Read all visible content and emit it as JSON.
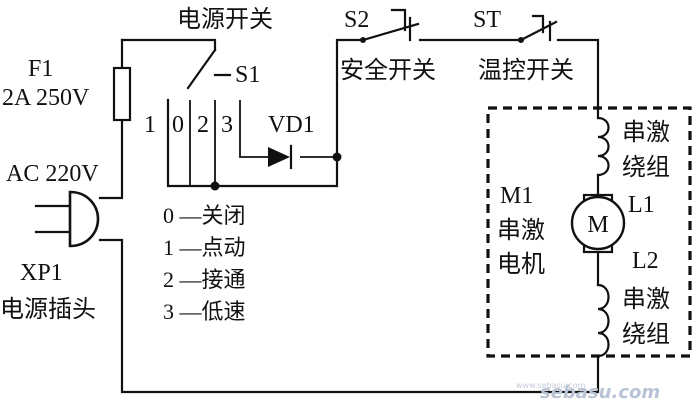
{
  "labels": {
    "power_switch": "电源开关",
    "s1": "S1",
    "s2": "S2",
    "st": "ST",
    "safety_switch": "安全开关",
    "thermo_switch": "温控开关",
    "fuse_id": "F1",
    "fuse_rating": "2A 250V",
    "ac_source": "AC 220V",
    "plug_id": "XP1",
    "plug_name": "电源插头",
    "pos_1": "1",
    "pos_0": "0",
    "pos_2": "2",
    "pos_3": "3",
    "diode": "VD1",
    "motor_id": "M1",
    "motor_desc_1": "串激",
    "motor_desc_2": "电机",
    "motor_symbol": "M",
    "l1": "L1",
    "l2": "L2",
    "winding_1a": "串激",
    "winding_1b": "绕组",
    "winding_2a": "串激",
    "winding_2b": "绕组"
  },
  "legend": [
    "0 —关闭",
    "1 —点动",
    "2 —接通",
    "3 —低速"
  ],
  "watermark": {
    "main": "sebasu.com",
    "url": "www.sebasu.com"
  }
}
